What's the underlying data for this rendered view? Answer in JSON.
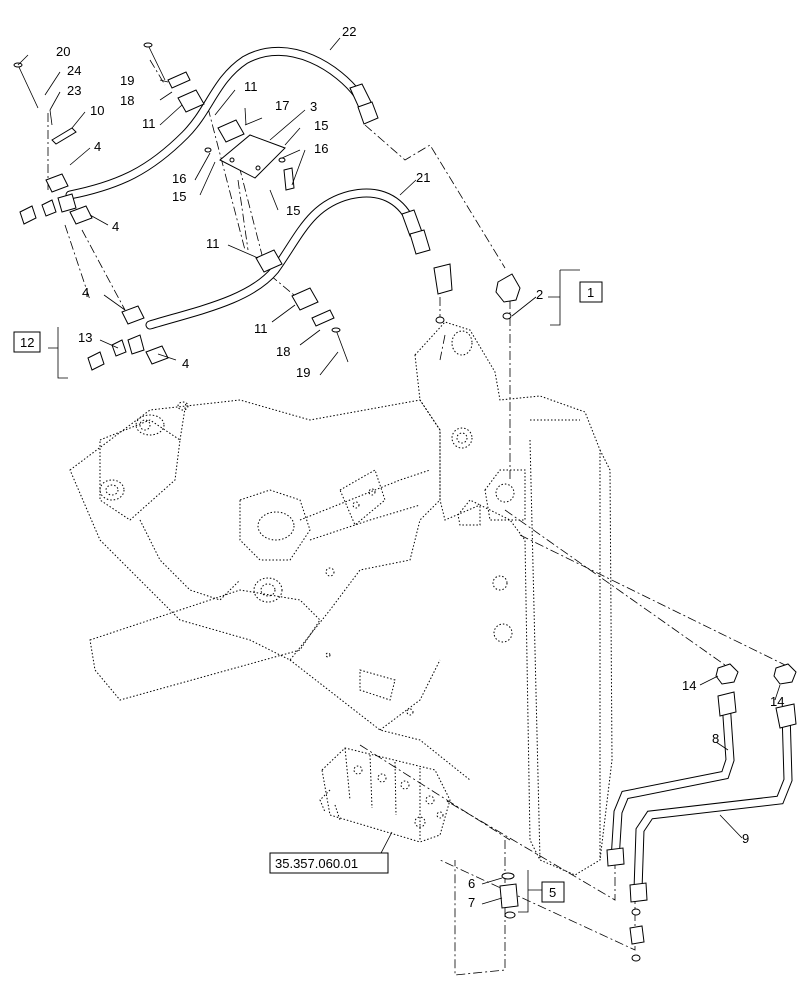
{
  "callouts": {
    "n1": "1",
    "n2": "2",
    "n3": "3",
    "n4": "4",
    "n5": "5",
    "n6": "6",
    "n7": "7",
    "n8": "8",
    "n9": "9",
    "n10": "10",
    "n11": "11",
    "n12": "12",
    "n13": "13",
    "n14": "14",
    "n15": "15",
    "n16": "16",
    "n17": "17",
    "n18": "18",
    "n19": "19",
    "n20": "20",
    "n21": "21",
    "n22": "22",
    "n23": "23",
    "n24": "24"
  },
  "reference": "35.357.060.01"
}
